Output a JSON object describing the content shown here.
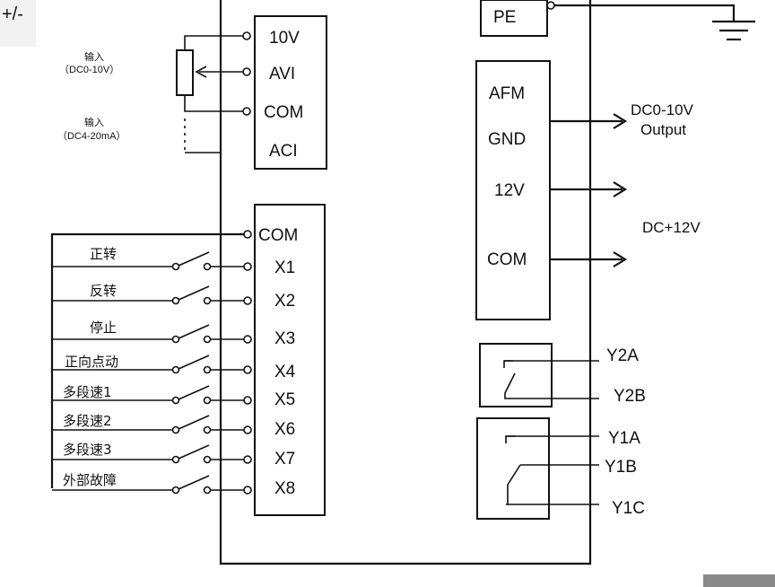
{
  "title_fragment": "+/-",
  "top_left_block": {
    "terminals": [
      "10V",
      "AVI",
      "COM",
      "ACI"
    ],
    "input_voltage_label": [
      "输入",
      "（DC0-10V）"
    ],
    "input_current_label": [
      "输入",
      "（DC4-20mA）"
    ]
  },
  "pe_label": "PE",
  "digital_inputs": {
    "common": "COM",
    "terminals": [
      "X1",
      "X2",
      "X3",
      "X4",
      "X5",
      "X6",
      "X7",
      "X8"
    ],
    "functions": [
      "正转",
      "反转",
      "停止",
      "正向点动",
      "多段速1",
      "多段速2",
      "多段速3",
      "外部故障"
    ]
  },
  "analog_output_block": {
    "terminals": [
      "AFM",
      "GND",
      "12V",
      "COM"
    ],
    "output_label_1": "DC0-10V",
    "output_label_2": "Output",
    "supply_label": "DC+12V"
  },
  "relay_outputs": {
    "relay2": [
      "Y2A",
      "Y2B"
    ],
    "relay1": [
      "Y1A",
      "Y1B",
      "Y1C"
    ]
  }
}
